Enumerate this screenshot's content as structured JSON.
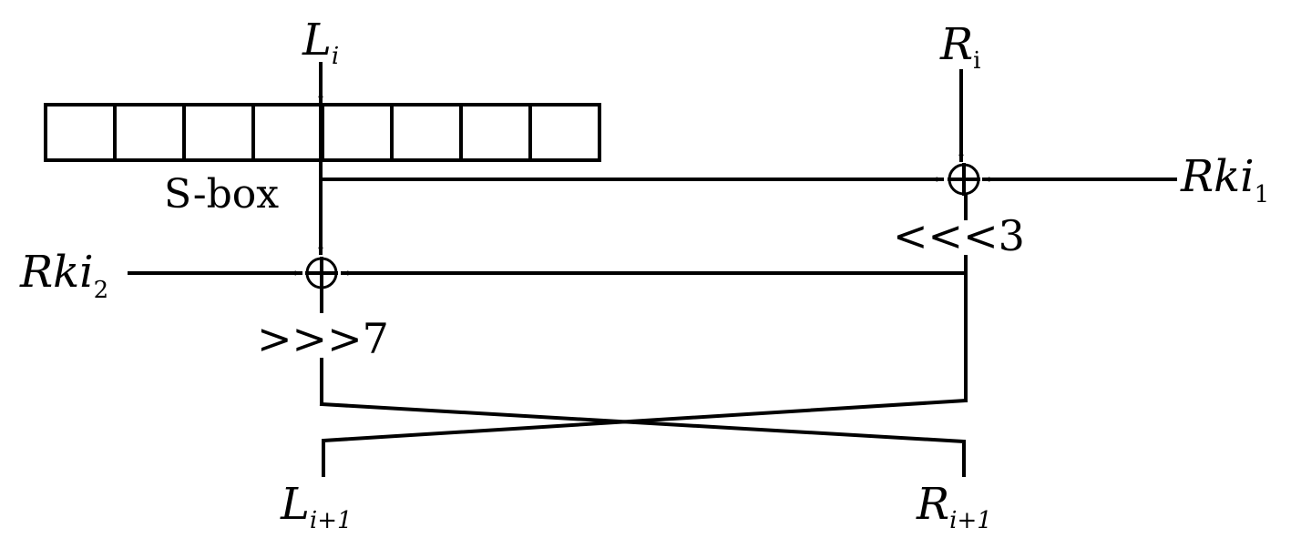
{
  "inputs": {
    "left": {
      "main": "L",
      "sub": "i"
    },
    "right": {
      "main": "R",
      "sub": "i"
    }
  },
  "outputs": {
    "left": {
      "main": "L",
      "sub": "i+1"
    },
    "right": {
      "main": "R",
      "sub": "i+1"
    }
  },
  "round_keys": {
    "k1": {
      "main": "Rki",
      "sub": "1"
    },
    "k2": {
      "main": "Rki",
      "sub": "2"
    }
  },
  "sbox": {
    "label": "S-box",
    "cell_count": 8
  },
  "operations": {
    "xor_symbol": "⊕",
    "rotate_left": "<<<3",
    "rotate_right": ">>>7"
  }
}
